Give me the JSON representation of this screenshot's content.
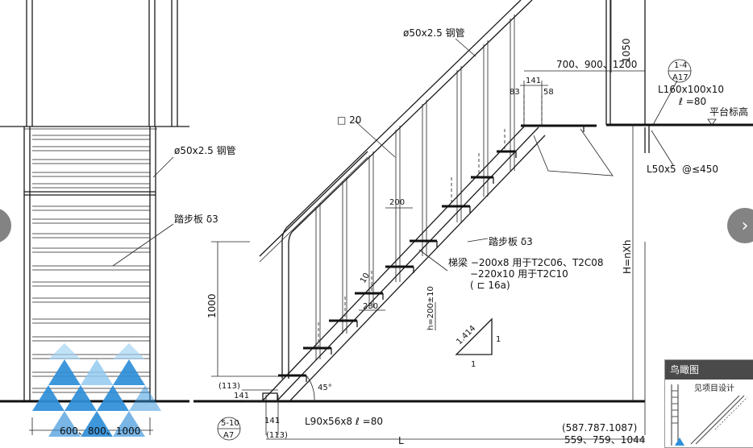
{
  "labels": {
    "pipe_top": "ø50x2.5 钢管",
    "pipe_left": "ø50x2.5 钢管",
    "tread_left": "踏步板 δ3",
    "tread_right": "踏步板 δ3",
    "square20": "□ 20",
    "widths_top": "700、900、1200",
    "dim_1050": "1050",
    "dim_141a": "141",
    "dim_83": "83",
    "dim_58": "58",
    "angle_top": "L160x100x10",
    "l80_top": "ℓ =80",
    "platform": "平台标高",
    "l50": "L50x5",
    "spacing": "@≤450",
    "dim_200": "200",
    "beam_a": "梯梁 −200x8 用于T2C06、T2C08",
    "beam_b": "−220x10 用于T2C10",
    "beam_c": "( ⊏ 16a)",
    "dim_10": "10",
    "dim_230": "230",
    "dim_h200": "h=200±10",
    "dim_1000": "1000",
    "hnh": "H=nXh",
    "ratio": "1.414",
    "ratio_1a": "1",
    "ratio_1b": "1",
    "dim_113a": "(113)",
    "dim_141b": "141",
    "angle_45": "45°",
    "bottom_widths": "600、800、1000",
    "dim_141c": "141",
    "dim_113b": "(113)",
    "angle_bottom": "L90x56x8  ℓ =80",
    "dim_L": "L",
    "lens_a": "(587.787.1087)",
    "lens_b": "559、759、1044",
    "ref_a_top": "1-4",
    "ref_a_bot": "A17",
    "ref_b_top": "5-10",
    "ref_b_bot": "A7"
  },
  "ui": {
    "overview_title": "鸟瞰图",
    "nav_prev": "‹",
    "nav_next": "›",
    "overview_text": "见项目设计"
  },
  "colors": {
    "ink": "#1a1a1a",
    "watermark": "#2f8fd8",
    "overlay": "#4a4a4a"
  }
}
